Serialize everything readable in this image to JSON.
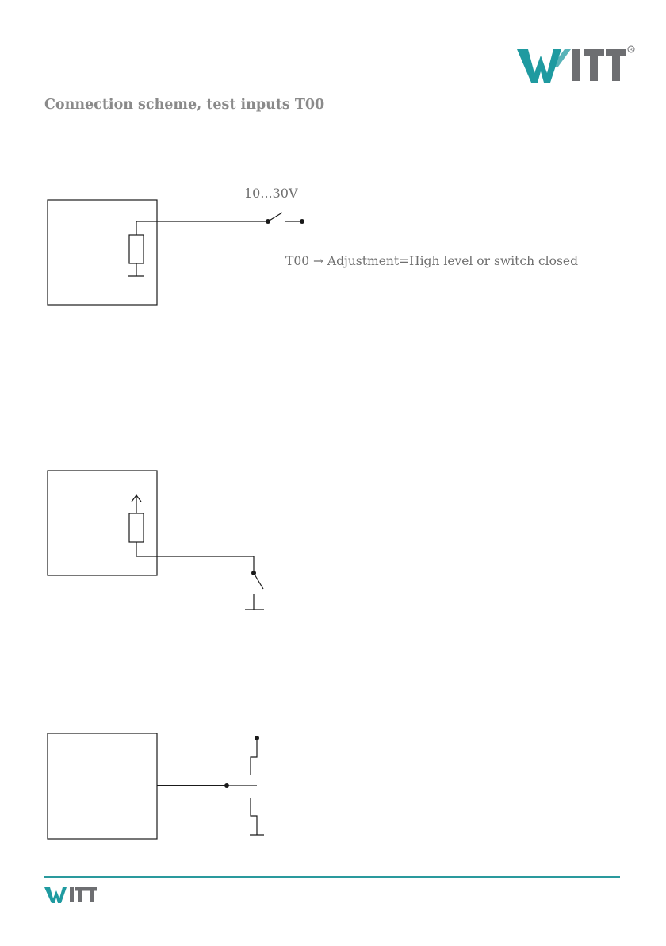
{
  "header": {
    "title": "Connection scheme, test inputs T00",
    "logo_icon": "witt-logo",
    "brand_color": "#1f9aa0",
    "brand_dark": "#6d6e71"
  },
  "diagram1": {
    "voltage_label": "10...30V",
    "note": "T00 → Adjustment=High level or switch closed"
  },
  "footer": {
    "logo_icon": "witt-logo-small",
    "line_color": "#2a9a9d"
  }
}
